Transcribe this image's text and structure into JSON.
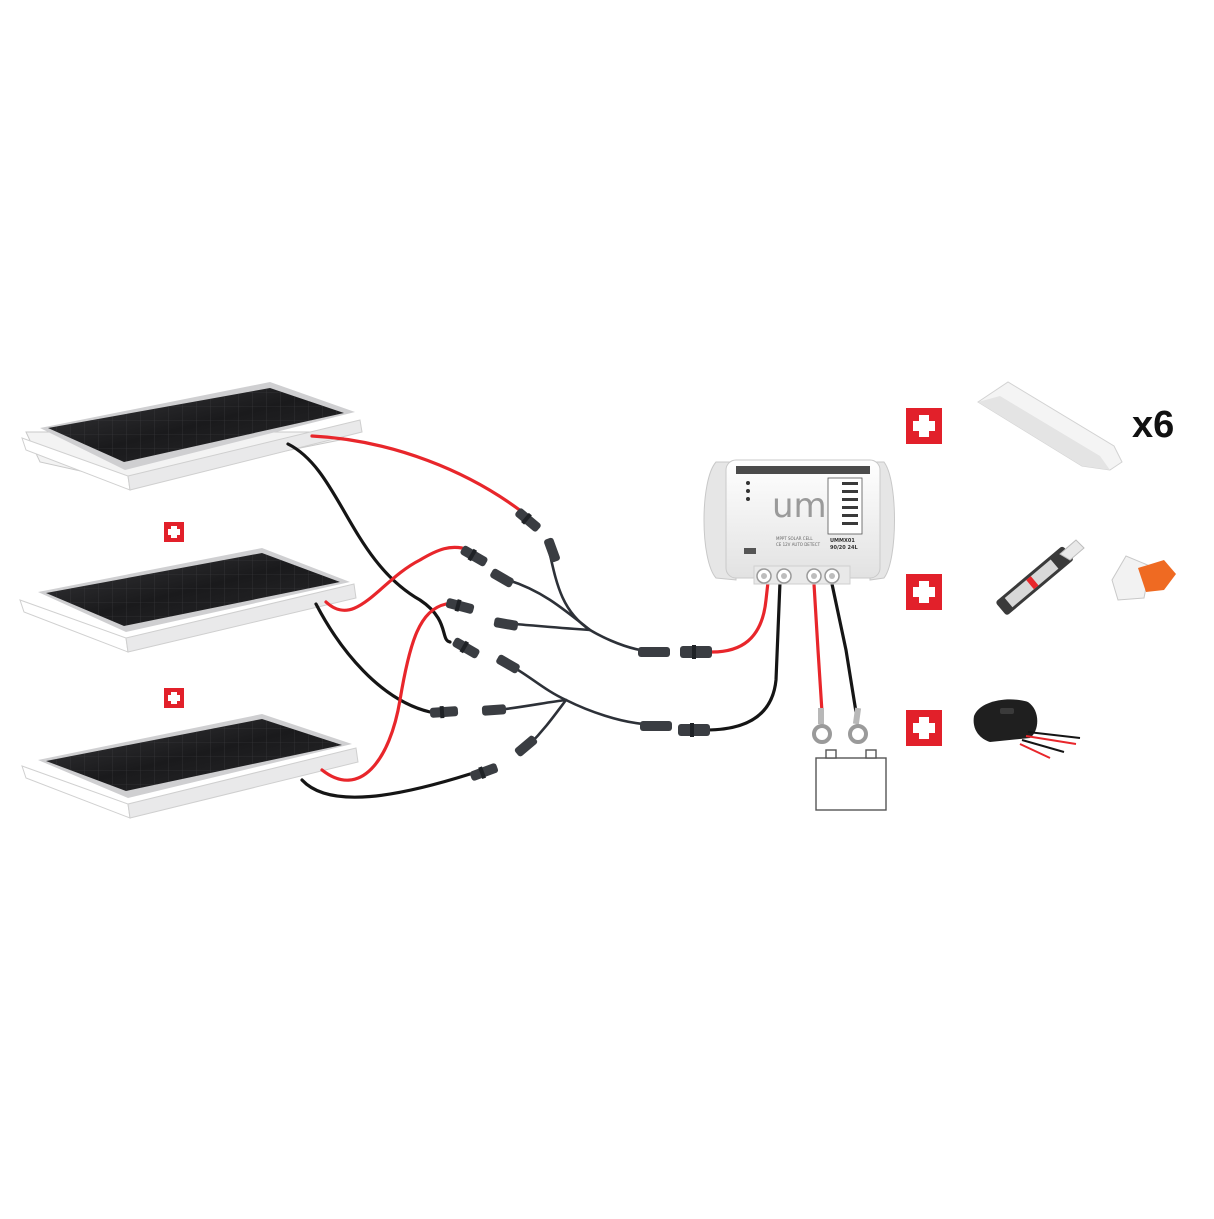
{
  "colors": {
    "wire_red": "#e8262b",
    "wire_black": "#151515",
    "plus_red": "#e2202a",
    "panel_cell": "#1c1c1e",
    "panel_frame": "#d9d9db",
    "bracket": "#f2f2f2",
    "controller_body": "#f4f4f4"
  },
  "controller": {
    "logo": "um",
    "model": "UMMX01",
    "rating": "90/20 24L",
    "line1": "MPPT SOLAR CELL",
    "line2": "CE 12V AUTO DETECT"
  },
  "accessories": {
    "brackets_quantity": "x6"
  },
  "icons": [
    "plus-icon",
    "solar-panel-icon",
    "charge-controller-icon",
    "battery-icon",
    "mounting-bracket-icon",
    "adhesive-tube-icon",
    "cable-entry-gland-icon"
  ]
}
